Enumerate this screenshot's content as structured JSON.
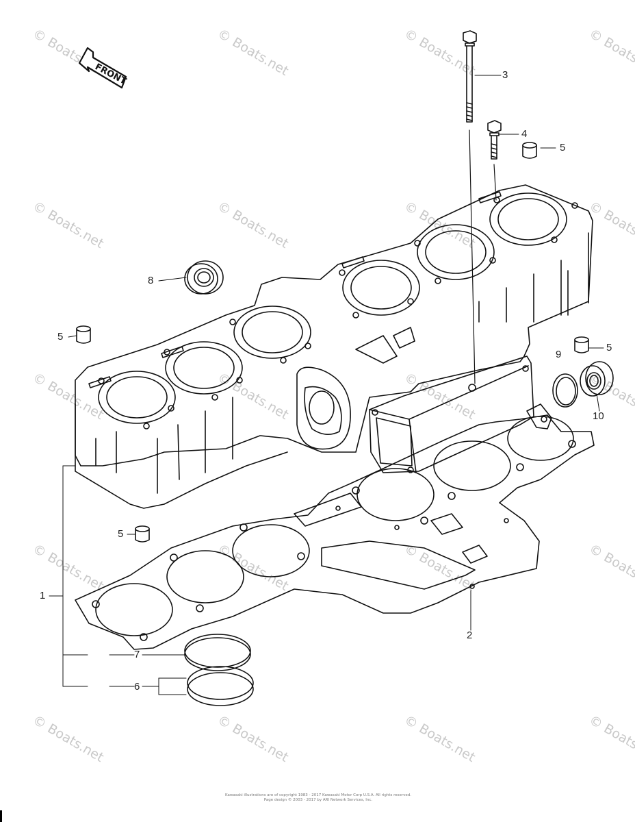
{
  "diagram": {
    "front_label": "FRONT",
    "callouts": [
      {
        "id": "c1",
        "text": "1"
      },
      {
        "id": "c2",
        "text": "2"
      },
      {
        "id": "c3",
        "text": "3"
      },
      {
        "id": "c4",
        "text": "4"
      },
      {
        "id": "c5a",
        "text": "5"
      },
      {
        "id": "c5b",
        "text": "5"
      },
      {
        "id": "c5c",
        "text": "5"
      },
      {
        "id": "c5d",
        "text": "5"
      },
      {
        "id": "c6",
        "text": "6"
      },
      {
        "id": "c7",
        "text": "7"
      },
      {
        "id": "c8",
        "text": "8"
      },
      {
        "id": "c9",
        "text": "9"
      },
      {
        "id": "c10",
        "text": "10"
      }
    ],
    "watermark_text": "© Boats.net",
    "copyright_line1": "Kawasaki illustrations are of copyright 1983 - 2017 Kawasaki Motor Corp U.S.A. All rights reserved.",
    "copyright_line2": "Page design © 2003 - 2017 by ARI Network Services, Inc."
  }
}
